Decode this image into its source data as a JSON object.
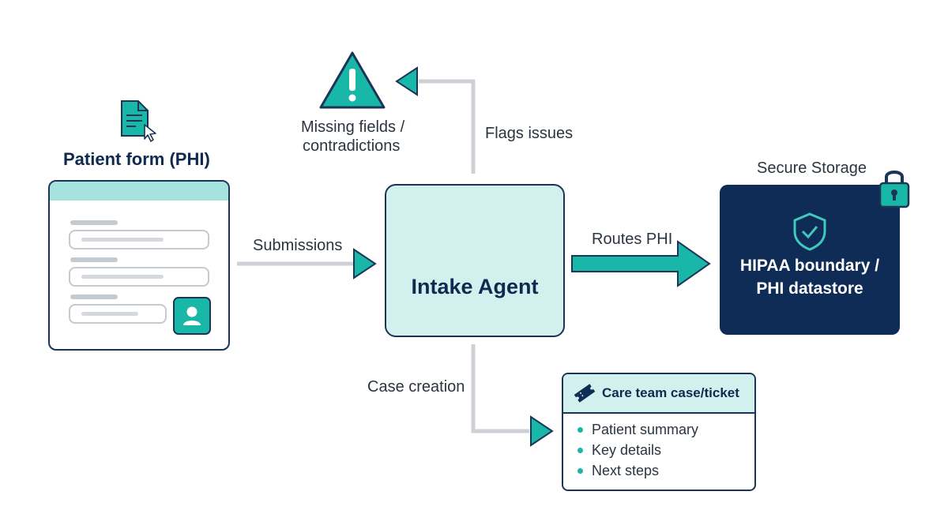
{
  "patient_form": {
    "title": "Patient form (PHI)"
  },
  "agent": {
    "label": "Intake Agent"
  },
  "warning": {
    "label_line1": "Missing fields /",
    "label_line2": "contradictions"
  },
  "edges": {
    "submissions": "Submissions",
    "flags_issues": "Flags issues",
    "routes_phi": "Routes PHI",
    "case_creation": "Case creation"
  },
  "storage": {
    "caption": "Secure Storage",
    "title_line1": "HIPAA boundary /",
    "title_line2": "PHI datastore"
  },
  "case_card": {
    "title": "Care team case/ticket",
    "items": [
      "Patient summary",
      "Key details",
      "Next steps"
    ]
  },
  "colors": {
    "teal": "#19b7a7",
    "navy": "#0f2c57",
    "mint": "#d2f1ee",
    "gray_line": "#cdd1d6"
  }
}
